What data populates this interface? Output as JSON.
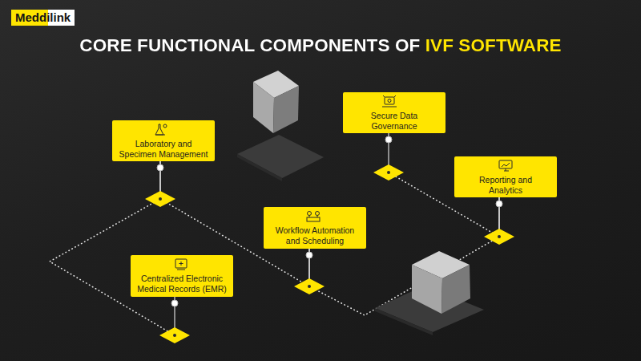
{
  "diagram": {
    "title": "CORE FUNCTIONAL COMPONENTS OF IVF SOFTWARE",
    "nodes": [
      {
        "text": [
          "Secure Data Governance"
        ]
      },
      {
        "text": [
          "Laboratory and Specimen Management"
        ]
      },
      {
        "text": [
          "Reporting and Analytics"
        ]
      },
      {
        "text": [
          "Workflow Automation and Scheduling"
        ]
      },
      {
        "text": [
          "Centralized Electronic Medical Records (EMR)"
        ]
      }
    ],
    "edges": [
      {
        "from": 1,
        "to": 4,
        "arrow": "none"
      },
      {
        "from": 1,
        "to": 3,
        "arrow": "none"
      },
      {
        "from": 3,
        "to": 2,
        "arrow": "none"
      },
      {
        "from": 2,
        "to": 0,
        "arrow": "none"
      }
    ],
    "labels": [
      "Meddilink"
    ]
  }
}
